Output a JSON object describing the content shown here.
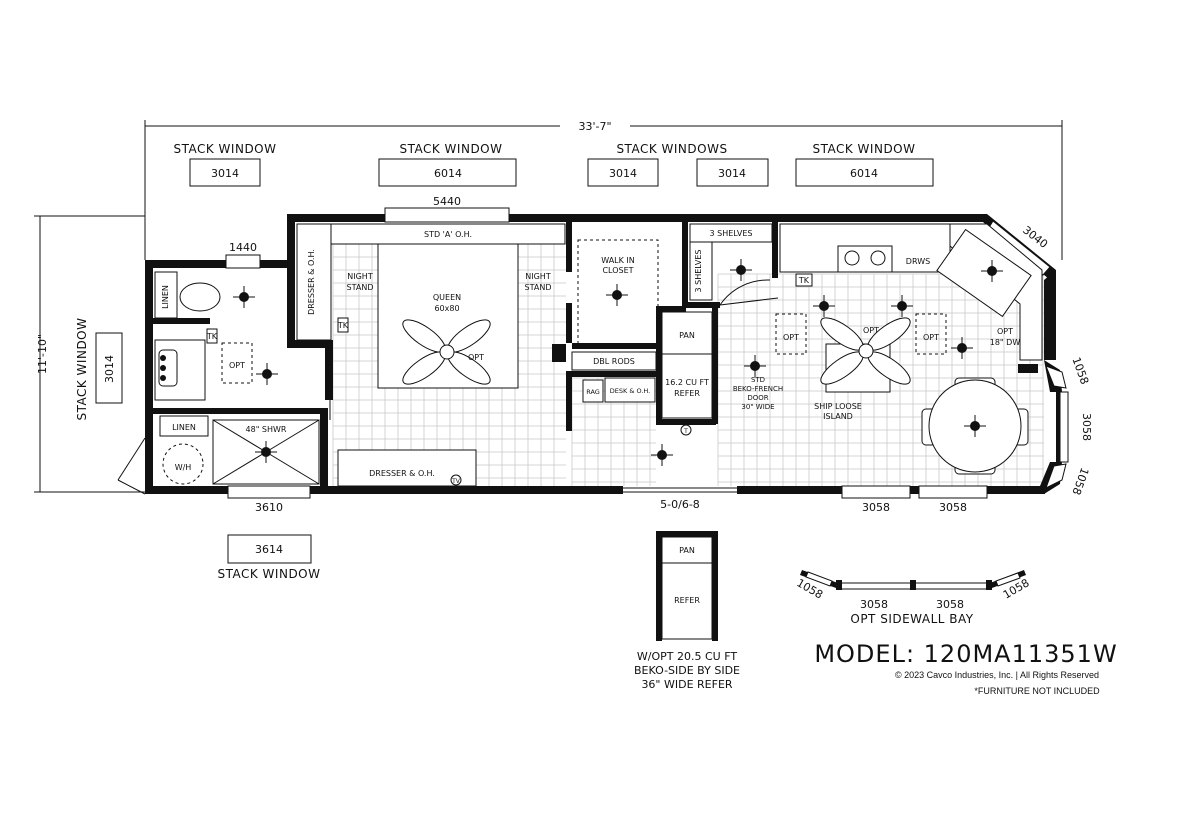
{
  "dimensions": {
    "overall_length": "33'-7\"",
    "overall_width": "11'-10\"",
    "door_size": "5-0/6-8"
  },
  "window_callouts": {
    "stack_window_1": {
      "title": "STACK WINDOW",
      "code": "3014"
    },
    "stack_window_2": {
      "title": "STACK WINDOW",
      "code": "6014"
    },
    "stack_windows_3": {
      "title": "STACK WINDOWS",
      "code_a": "3014",
      "code_b": "3014"
    },
    "stack_window_4": {
      "title": "STACK WINDOW",
      "code": "6014"
    },
    "stack_window_left": {
      "title": "STACK WINDOW",
      "code": "3014"
    },
    "stack_window_bottom": {
      "title": "STACK WINDOW",
      "code": "3614"
    }
  },
  "window_labels": {
    "w5440": "5440",
    "w1440": "1440",
    "w3040": "3040",
    "w1058_top": "1058",
    "w3058_side": "3058",
    "w1058_bottom": "1058",
    "w3610": "3610",
    "w3058_a": "3058",
    "w3058_b": "3058"
  },
  "rooms": {
    "std_a_oh": "STD 'A' O.H.",
    "night_stand_left": [
      "NIGHT",
      "STAND"
    ],
    "night_stand_right": [
      "NIGHT",
      "STAND"
    ],
    "queen_bed": [
      "QUEEN",
      "60x80"
    ],
    "fan_opt_bedroom": "OPT",
    "dresser_oh_vertical": "DRESSER & O.H.",
    "dresser_oh_bottom": "DRESSER & O.H.",
    "linen_top": "LINEN",
    "linen_bottom": "LINEN",
    "wh": "W/H",
    "shower": "48\" SHWR",
    "opt_bath": "OPT",
    "walk_in_closet": [
      "WALK IN",
      "CLOSET"
    ],
    "dbl_rods": "DBL RODS",
    "rag": "RAG",
    "desk_oh": "DESK & O.H.",
    "three_shelves_top": "3 SHELVES",
    "three_shelves_side": "3 SHELVES",
    "pan": "PAN",
    "refer": [
      "16.2 CU FT",
      "REFER"
    ],
    "std_beko": [
      "STD",
      "BEKO-FRENCH",
      "DOOR",
      "30\" WIDE"
    ],
    "drws": "DRWS",
    "opt_left_box": "OPT",
    "opt_fan_kitchen": "OPT",
    "opt_right_box": "OPT",
    "opt_dw": [
      "OPT",
      "18\" DW"
    ],
    "ship_loose_island": [
      "SHIP LOOSE",
      "ISLAND"
    ],
    "tk1": "TK",
    "tk2": "TK",
    "tk3": "TK",
    "tv": "TV",
    "thermostat": "T"
  },
  "detail_refer": {
    "pan": "PAN",
    "refer": "REFER",
    "caption": [
      "W/OPT 20.5 CU FT",
      "BEKO-SIDE BY SIDE",
      "36\" WIDE REFER"
    ]
  },
  "sidewall_bay": {
    "left_window": "1058",
    "window_a": "3058",
    "window_b": "3058",
    "right_window": "1058",
    "caption": "OPT SIDEWALL BAY"
  },
  "title_block": {
    "model": "MODEL: 120MA11351W",
    "copyright": "© 2023 Cavco Industries, Inc. | All Rights Reserved",
    "furniture_note": "*FURNITURE NOT INCLUDED"
  }
}
